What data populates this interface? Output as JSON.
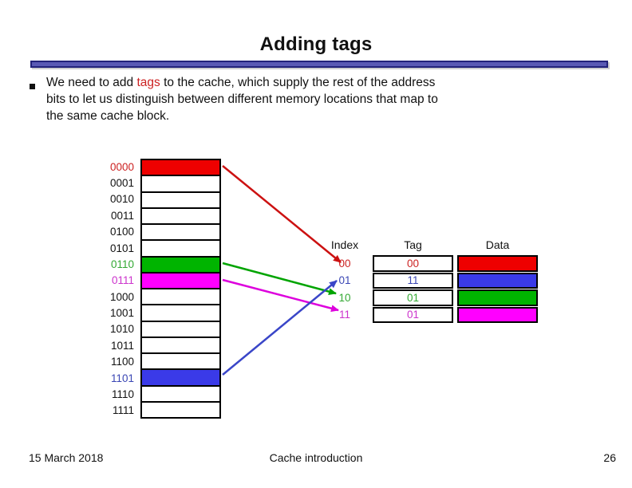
{
  "slide": {
    "title": "Adding tags",
    "bullet": {
      "line1_pre": "We need to add ",
      "highlight": "tags",
      "line1_post": " to the cache, which supply the rest of the address",
      "line2": "bits to let us distinguish between different memory locations that map to",
      "line3": "the same cache block."
    },
    "footer": {
      "date": "15 March 2018",
      "center": "Cache introduction",
      "page": "26"
    }
  },
  "colors": {
    "red_fill": "#ee0000",
    "green_fill": "#00b400",
    "magenta_fill": "#ff00ff",
    "blue_fill": "#3a3ae8",
    "divider": "#5a5ab4"
  },
  "memory": {
    "rows": [
      {
        "label": "0000",
        "label_color": "#cc2222",
        "fill": "#ee0000"
      },
      {
        "label": "0001",
        "label_color": "#111111",
        "fill": "#ffffff"
      },
      {
        "label": "0010",
        "label_color": "#111111",
        "fill": "#ffffff"
      },
      {
        "label": "0011",
        "label_color": "#111111",
        "fill": "#ffffff"
      },
      {
        "label": "0100",
        "label_color": "#111111",
        "fill": "#ffffff"
      },
      {
        "label": "0101",
        "label_color": "#111111",
        "fill": "#ffffff"
      },
      {
        "label": "0110",
        "label_color": "#33a833",
        "fill": "#00b400"
      },
      {
        "label": "0111",
        "label_color": "#cc33cc",
        "fill": "#ff00ff"
      },
      {
        "label": "1000",
        "label_color": "#111111",
        "fill": "#ffffff"
      },
      {
        "label": "1001",
        "label_color": "#111111",
        "fill": "#ffffff"
      },
      {
        "label": "1010",
        "label_color": "#111111",
        "fill": "#ffffff"
      },
      {
        "label": "1011",
        "label_color": "#111111",
        "fill": "#ffffff"
      },
      {
        "label": "1100",
        "label_color": "#111111",
        "fill": "#ffffff"
      },
      {
        "label": "1101",
        "label_color": "#3a46b4",
        "fill": "#3a3ae8"
      },
      {
        "label": "1110",
        "label_color": "#111111",
        "fill": "#ffffff"
      },
      {
        "label": "1111",
        "label_color": "#111111",
        "fill": "#ffffff"
      }
    ]
  },
  "cache": {
    "index_header": "Index",
    "tag_header": "Tag",
    "data_header": "Data",
    "rows": [
      {
        "index": "00",
        "tag": "00",
        "color": "#cc2222",
        "data_fill": "#ee0000"
      },
      {
        "index": "01",
        "tag": "11",
        "color": "#3a46b4",
        "data_fill": "#3a3ae8"
      },
      {
        "index": "10",
        "tag": "01",
        "color": "#33a833",
        "data_fill": "#00b400"
      },
      {
        "index": "11",
        "tag": "01",
        "color": "#cc33cc",
        "data_fill": "#ff00ff"
      }
    ]
  },
  "arrows": {
    "red": "#cc1111",
    "green": "#00a400",
    "magenta": "#dd00dd",
    "blue": "#3a46c8"
  }
}
